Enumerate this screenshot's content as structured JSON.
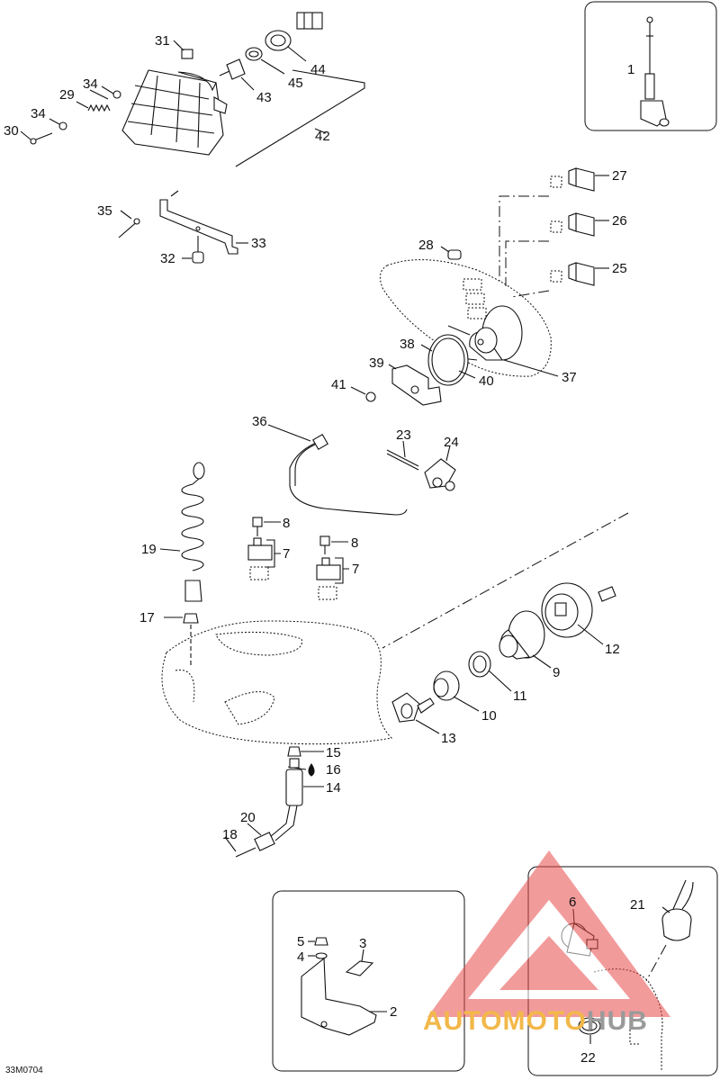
{
  "drawing_code": "33M0704",
  "watermark": {
    "part1": "AUTOMOTO",
    "part2": "HUB",
    "color_main": "#f2b84a",
    "color_logo": "#e84a4a"
  },
  "callouts": [
    {
      "id": "1",
      "label": "1"
    },
    {
      "id": "2",
      "label": "2"
    },
    {
      "id": "3",
      "label": "3"
    },
    {
      "id": "4",
      "label": "4"
    },
    {
      "id": "5",
      "label": "5"
    },
    {
      "id": "6",
      "label": "6"
    },
    {
      "id": "7a",
      "label": "7"
    },
    {
      "id": "7b",
      "label": "7"
    },
    {
      "id": "8a",
      "label": "8"
    },
    {
      "id": "8b",
      "label": "8"
    },
    {
      "id": "9",
      "label": "9"
    },
    {
      "id": "10",
      "label": "10"
    },
    {
      "id": "11",
      "label": "11"
    },
    {
      "id": "12",
      "label": "12"
    },
    {
      "id": "13",
      "label": "13"
    },
    {
      "id": "14",
      "label": "14"
    },
    {
      "id": "15",
      "label": "15"
    },
    {
      "id": "16",
      "label": "16"
    },
    {
      "id": "17",
      "label": "17"
    },
    {
      "id": "18",
      "label": "18"
    },
    {
      "id": "19",
      "label": "19"
    },
    {
      "id": "20",
      "label": "20"
    },
    {
      "id": "21",
      "label": "21"
    },
    {
      "id": "22",
      "label": "22"
    },
    {
      "id": "23",
      "label": "23"
    },
    {
      "id": "24",
      "label": "24"
    },
    {
      "id": "25",
      "label": "25"
    },
    {
      "id": "26",
      "label": "26"
    },
    {
      "id": "27",
      "label": "27"
    },
    {
      "id": "28",
      "label": "28"
    },
    {
      "id": "29",
      "label": "29"
    },
    {
      "id": "30",
      "label": "30"
    },
    {
      "id": "31",
      "label": "31"
    },
    {
      "id": "32",
      "label": "32"
    },
    {
      "id": "33",
      "label": "33"
    },
    {
      "id": "34a",
      "label": "34"
    },
    {
      "id": "34b",
      "label": "34"
    },
    {
      "id": "35",
      "label": "35"
    },
    {
      "id": "36",
      "label": "36"
    },
    {
      "id": "37",
      "label": "37"
    },
    {
      "id": "38",
      "label": "38"
    },
    {
      "id": "39",
      "label": "39"
    },
    {
      "id": "40",
      "label": "40"
    },
    {
      "id": "41",
      "label": "41"
    },
    {
      "id": "42",
      "label": "42"
    },
    {
      "id": "43",
      "label": "43"
    },
    {
      "id": "44",
      "label": "44"
    },
    {
      "id": "45",
      "label": "45"
    }
  ]
}
